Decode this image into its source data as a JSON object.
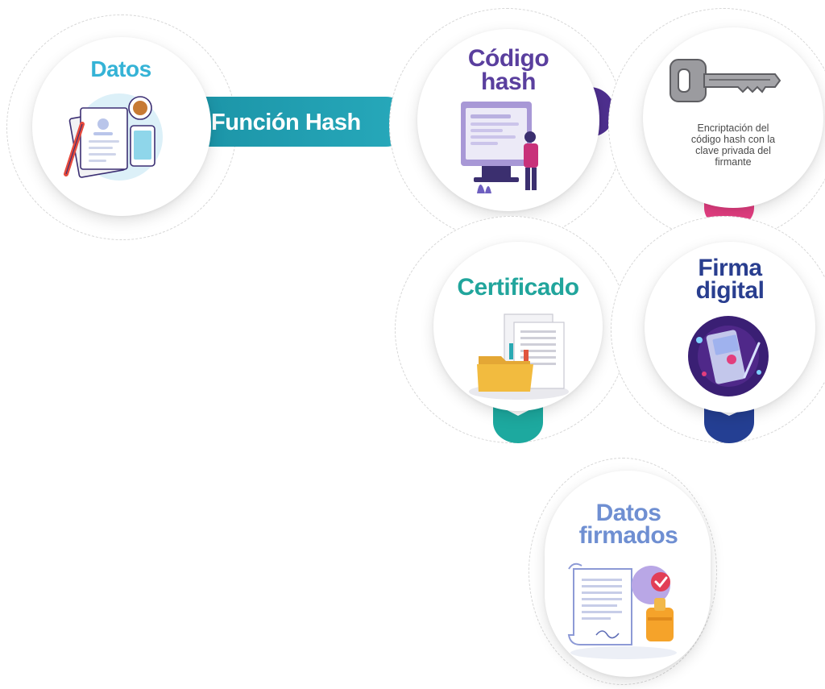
{
  "nodes": {
    "datos": {
      "title": "Datos",
      "color": "#35b3d6"
    },
    "codigo_hash": {
      "title_line1": "Código",
      "title_line2": "hash",
      "color": "#5a3f9e"
    },
    "encriptacion": {
      "line1": "Encriptación del",
      "line2": "código hash con la",
      "line3": "clave privada del",
      "line4": "firmante",
      "icon": "key-icon"
    },
    "certificado": {
      "title": "Certificado",
      "color": "#21a59c"
    },
    "firma_digital": {
      "title_line1": "Firma",
      "title_line2": "digital",
      "color": "#293e8f"
    },
    "datos_firmados": {
      "title_line1": "Datos",
      "title_line2": "firmados",
      "color": "#6f8fd2"
    }
  },
  "connector": {
    "label": "Función Hash",
    "color": "#1f9bae"
  },
  "arrow_colors": {
    "codigo_hash": "#4e2f8f",
    "encriptacion": "#e33e81",
    "certificado": "#1da99f",
    "firma_digital": "#243f93"
  }
}
